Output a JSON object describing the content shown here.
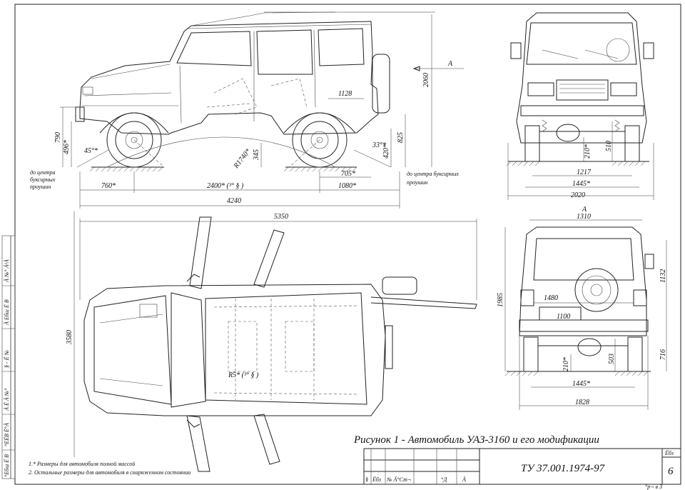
{
  "side_view": {
    "dim_overall_height": "2060",
    "dim_a_arrow": "A",
    "dim_1128": "1128",
    "dim_790": "790",
    "dim_496": "496*",
    "dim_45": "45°*",
    "dim_radius": "R1740*",
    "dim_345": "345",
    "dim_33": "33°*",
    "dim_420": "420*",
    "dim_825": "825",
    "dim_705": "705*",
    "dim_760": "760*",
    "dim_2400": "2400* (³° §  )",
    "dim_1080": "1080*",
    "dim_4240": "4240",
    "tow_left_1": "до центра",
    "tow_left_2": "буксирных",
    "tow_left_3": "проушин",
    "tow_right_1": "до центра буксирных",
    "tow_right_2": "проушин"
  },
  "front_view": {
    "dim_210": "210*",
    "dim_510": "510",
    "dim_1217": "1217",
    "dim_1445": "1445*",
    "dim_2020": "2020"
  },
  "top_view": {
    "dim_5350": "5350",
    "dim_3580": "3580",
    "dim_inner": "R5* (³° §  )"
  },
  "rear_view": {
    "dim_a_label": "A",
    "dim_1310": "1310",
    "dim_1132": "1132",
    "dim_1985": "1985",
    "dim_1480": "1480",
    "dim_1100": "1100",
    "dim_716": "716",
    "dim_210": "210*",
    "dim_503": "503",
    "dim_1445": "1445*",
    "dim_1828": "1828"
  },
  "caption": "Рисунок 1 - Автомобиль УАЗ-3160 и его модификации",
  "notes": [
    "1.* Размеры для автомобиля полной массой",
    "2. Остальные размеры для автомобиля в снаряженном состоянии"
  ],
  "title_block": {
    "doc_code": "ТУ 37.001.1974-97",
    "sheet_label": "Ёбз",
    "sheet_number": "6",
    "col1": "§",
    "col2": "Ёбз",
    "col3": "№ Ä°Ст¬",
    "col4": "°Д",
    "col5": "Ä",
    "footer": "°р¬ в   3"
  },
  "left_stamp": [
    "Ä №° Ä¹Ä",
    "Ä Ебш Ё В",
    "§ - Ё №",
    "Ä Ё Ä №°",
    "°ЕЁВ Ё°Ä",
    "°Ебш Ё В"
  ]
}
